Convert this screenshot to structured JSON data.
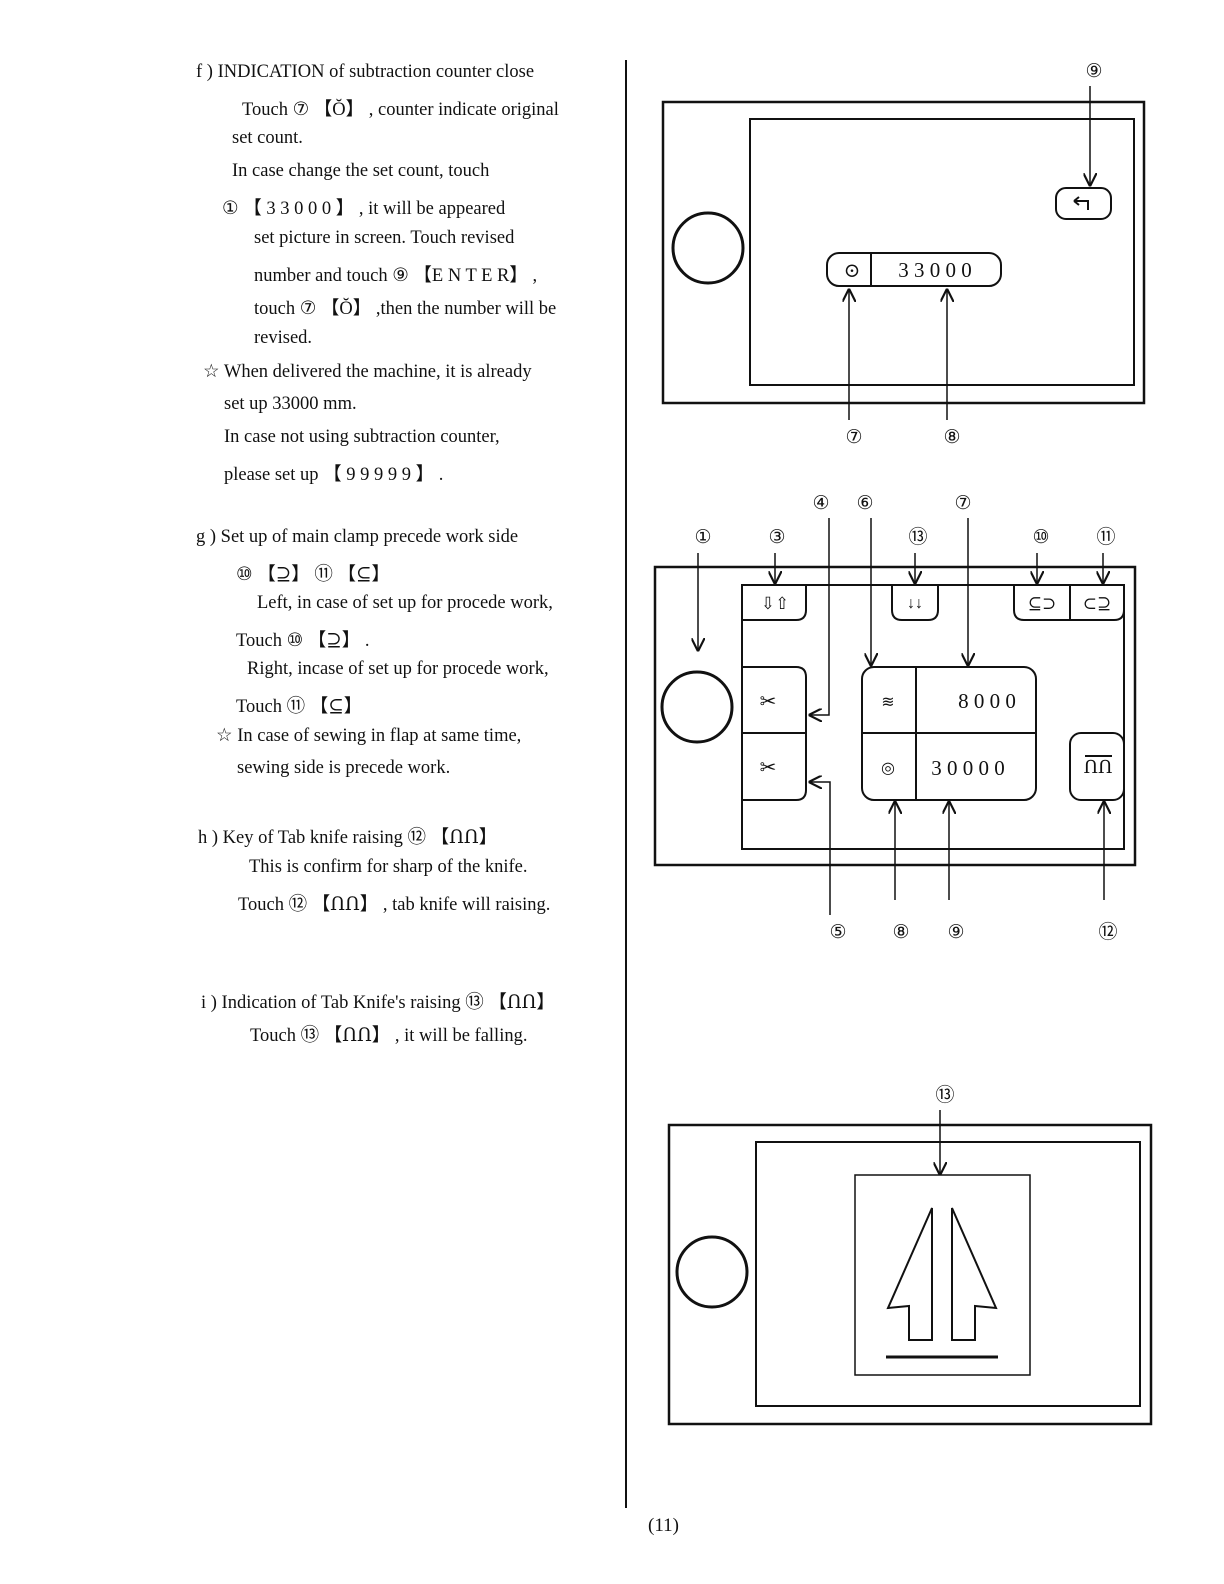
{
  "sections": {
    "f": {
      "lines": [
        "f ) INDICATION of subtraction counter close",
        "Touch ⑦ 【Ŏ】 , counter indicate original",
        "set count.",
        "In case change the set count, touch",
        "① 【 3 3 0 0 0 】 , it will be appeared",
        "set picture in screen. Touch revised",
        "number and touch ⑨ 【E N T E R】 ,",
        "touch ⑦ 【Ŏ】 ,then the number will be",
        "revised.",
        "☆ When delivered the machine, it is already",
        "set up 33000 mm.",
        "In case not using subtraction counter,",
        "please set up 【 9 9 9 9 9 】 ."
      ]
    },
    "g": {
      "lines": [
        "g ) Set up of main clamp precede work side",
        "⑩ 【⊇】 ⑪ 【⊆】",
        "Left, in case of set up for procede work,",
        "Touch ⑩ 【⊇】 .",
        "Right, incase of set up for procede work,",
        "Touch ⑪ 【⊆】",
        "☆ In case of sewing in flap at same time,",
        "sewing side is precede work."
      ]
    },
    "h": {
      "lines": [
        "h ) Key of Tab knife raising ⑫ 【ՈՈ】",
        "This is confirm for sharp of the knife.",
        "Touch ⑫ 【ՈՈ】 , tab knife will raising."
      ]
    },
    "i": {
      "lines": [
        "i ) Indication of Tab Knife's raising ⑬ 【ՈՈ】",
        "Touch ⑬ 【ՈՈ】 , it will be falling."
      ]
    }
  },
  "diagram1": {
    "counter_value": "3 3 0 0 0",
    "counter_icon": "⊙",
    "enter_icon": "↵",
    "callouts": [
      "⑨",
      "⑦",
      "⑧"
    ]
  },
  "diagram2": {
    "top_callouts": [
      "④",
      "⑥",
      "⑦",
      "①",
      "③",
      "⑬",
      "⑩",
      "⑪"
    ],
    "bottom_callouts": [
      "⑤",
      "⑧",
      "⑨",
      "⑫"
    ],
    "clamp_button": "⇩⇧",
    "knife_down_button": "↓↓",
    "left_side_button": "⊆⊃",
    "right_side_button": "⊂⊇",
    "stitch_icon": "≋",
    "stitch_value": "8 0 0 0",
    "counter_icon": "◎",
    "counter_value": "3 0 0 0 0",
    "knife_icon": "ՈՈ",
    "scissor_icon": "✂"
  },
  "diagram3": {
    "callout": "⑬"
  },
  "page_number": "(11)"
}
